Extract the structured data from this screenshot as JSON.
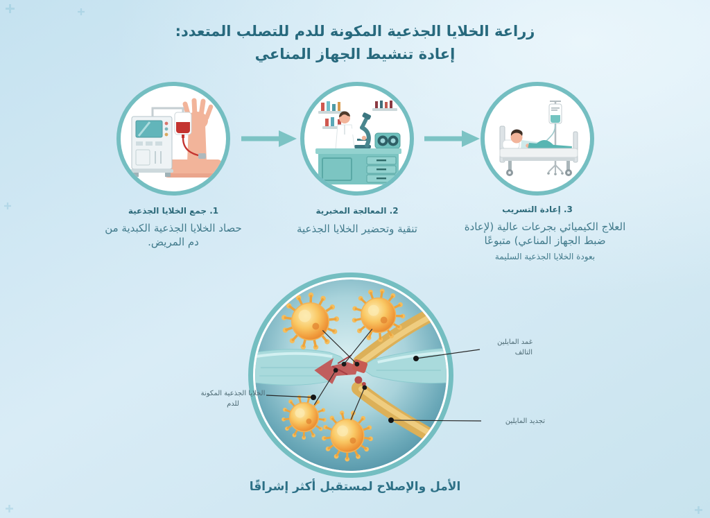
{
  "title": {
    "line1": "زراعة الخلايا الجذعية المكونة للدم للتصلب المتعدد:",
    "line2": "إعادة تنشيط الجهاز المناعي"
  },
  "steps": [
    {
      "heading": "1. جمع الخلايا الجذعية",
      "body": "حصاد الخلايا الجذعية الكبدية من دم المريض.",
      "illustration": "apheresis-machine-and-arm"
    },
    {
      "heading": "2. المعالجة المخبرية",
      "body": "تنقية وتحضير الخلايا الجذعية",
      "illustration": "laboratory-scientist-with-microscope"
    },
    {
      "heading": "3. إعادة التسريب",
      "body": "العلاج الكيميائي بجرعات عالية (لإعادة ضبط الجهاز المناعي) متبوعًا",
      "body_small": "بعودة الخلايا الجذعية السليمة",
      "illustration": "patient-in-hospital-bed-with-iv-drip"
    }
  ],
  "central_diagram": {
    "illustration": "nerve-fiber-with-damaged-myelin-and-stem-cells",
    "labels": {
      "damaged_myelin_line1": "غمد المايلين",
      "damaged_myelin_line2": "التالف",
      "stem_cells_line1": "الخلايا الجذعية المكونة",
      "stem_cells_line2": "للدم",
      "myelin_regeneration": "تجديد المايلين"
    }
  },
  "footer": {
    "caption": "الأمل والإصلاح لمستقبل أكثر إشراقًا"
  },
  "colors": {
    "ring": "#74bec1",
    "arrow": "#7cc3c4",
    "title": "#27697d",
    "heading": "#2d6a7a",
    "body-text": "#417a8b",
    "callout": "#4d6a74",
    "caption": "#2d7086"
  }
}
